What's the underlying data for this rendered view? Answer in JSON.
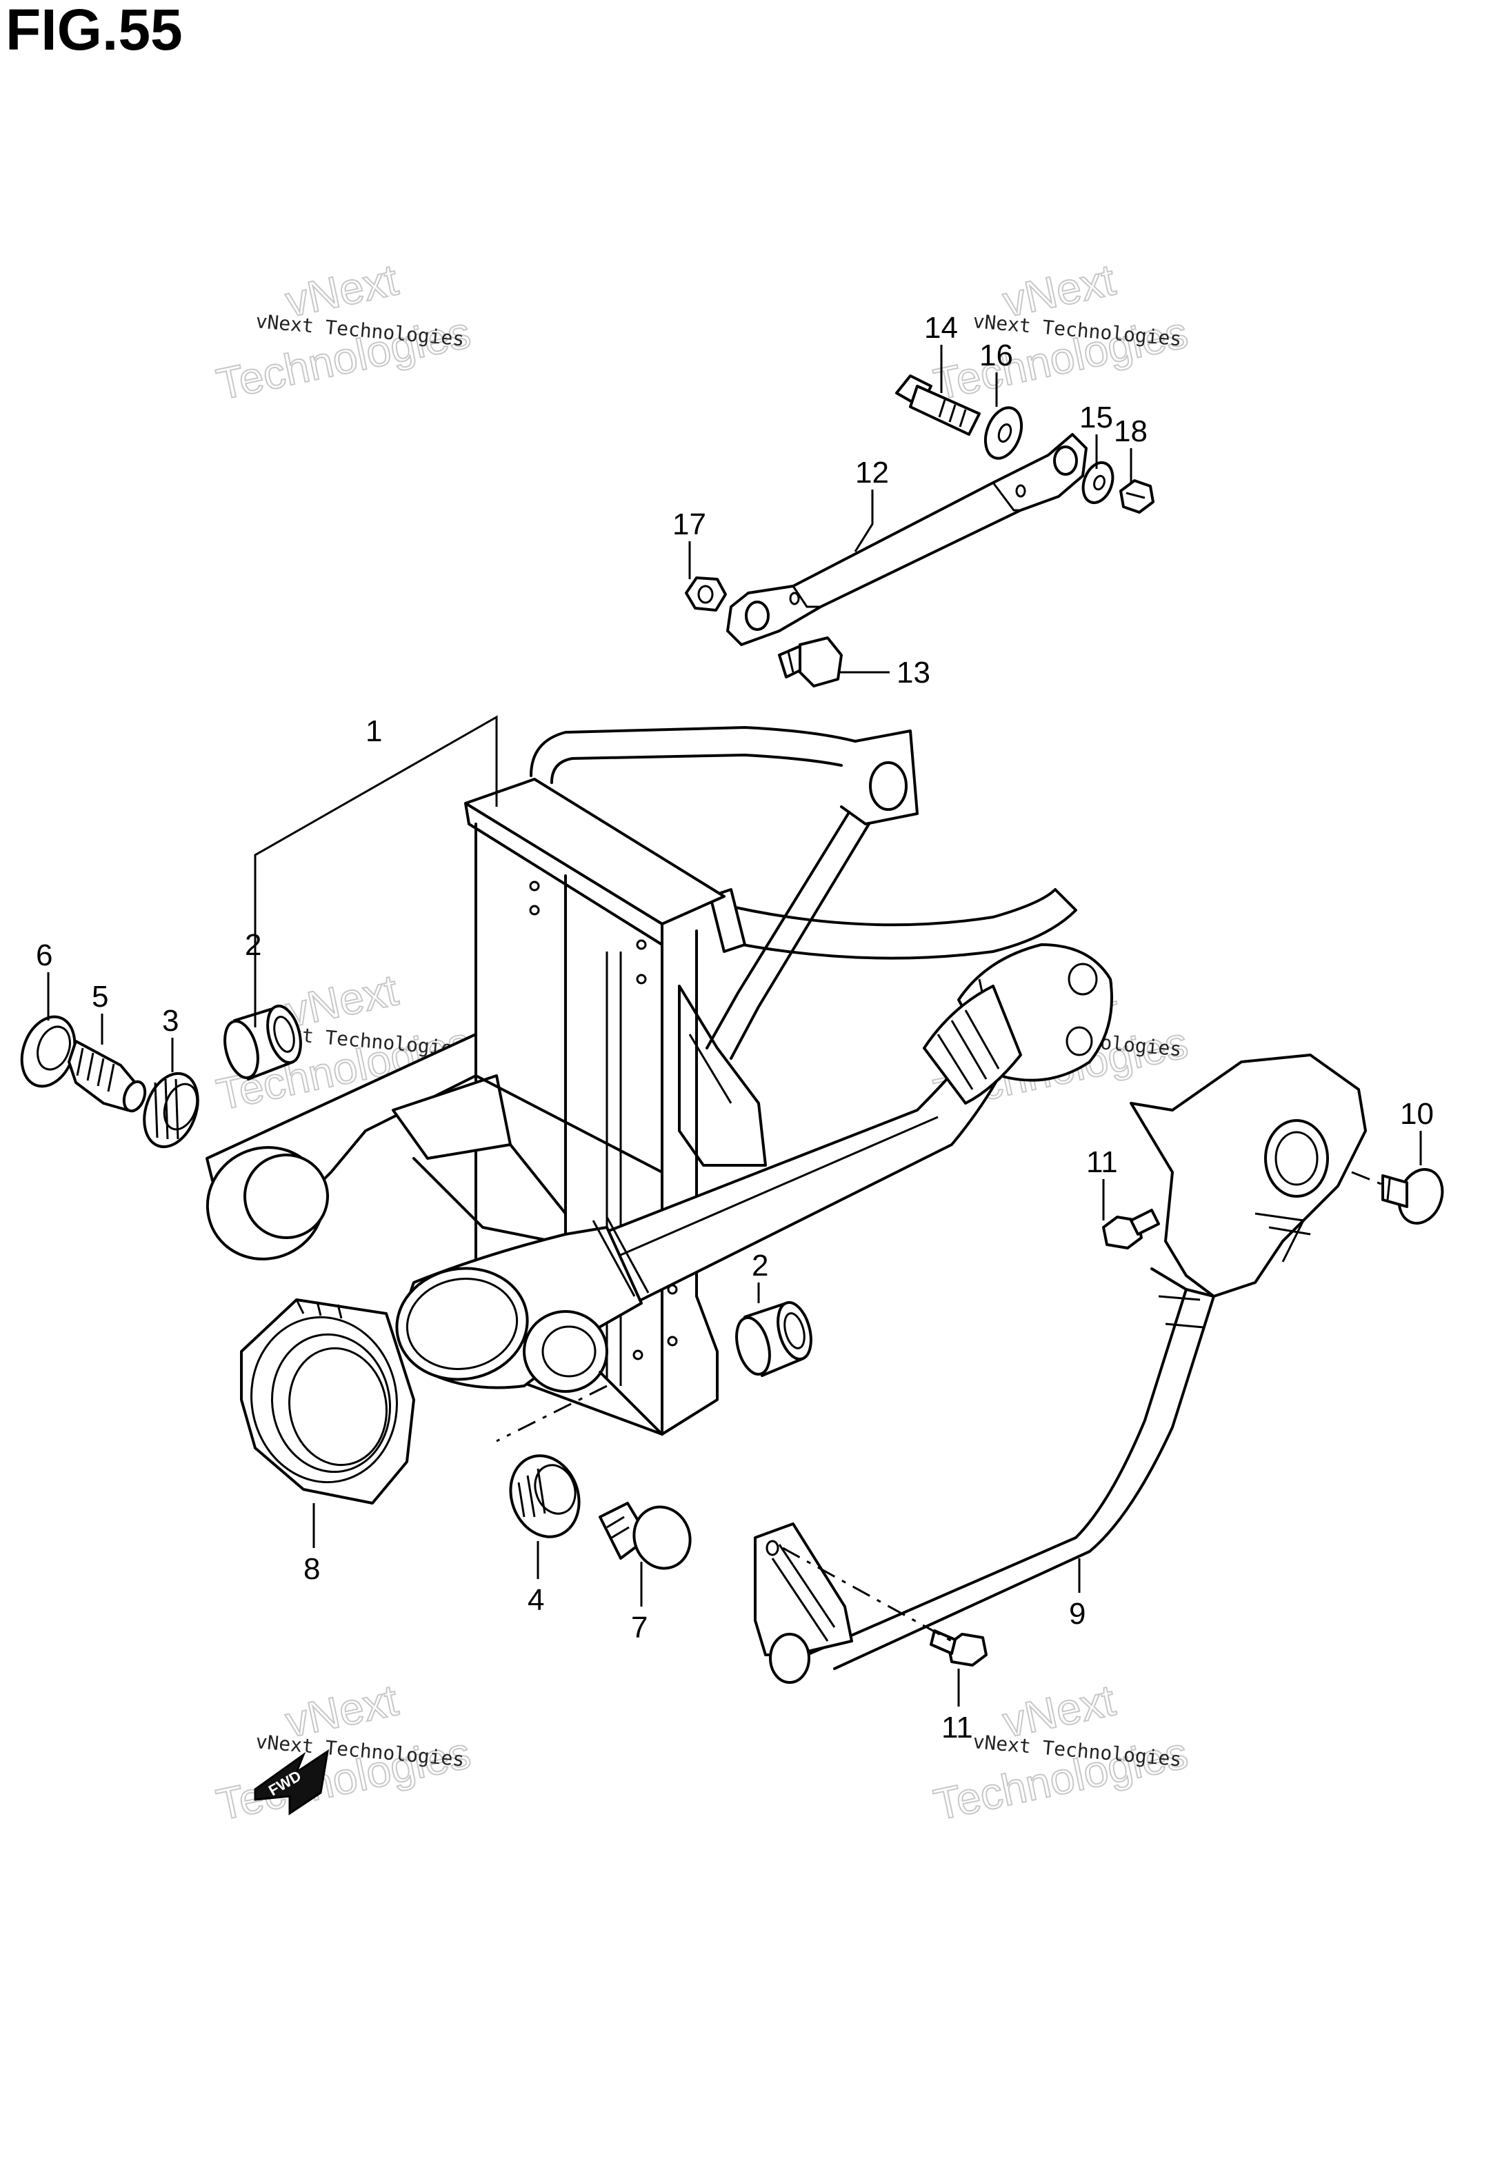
{
  "figure": {
    "title": "FIG.55"
  },
  "watermark": {
    "line1": "vNext",
    "line2": "Technologies",
    "small": "vNext Technologies"
  },
  "badge": {
    "label": "FWD"
  },
  "callouts": [
    {
      "id": "c1",
      "label": "1"
    },
    {
      "id": "c2a",
      "label": "2"
    },
    {
      "id": "c2b",
      "label": "2"
    },
    {
      "id": "c3",
      "label": "3"
    },
    {
      "id": "c4",
      "label": "4"
    },
    {
      "id": "c5",
      "label": "5"
    },
    {
      "id": "c6",
      "label": "6"
    },
    {
      "id": "c7",
      "label": "7"
    },
    {
      "id": "c8",
      "label": "8"
    },
    {
      "id": "c9",
      "label": "9"
    },
    {
      "id": "c10",
      "label": "10"
    },
    {
      "id": "c11a",
      "label": "11"
    },
    {
      "id": "c11b",
      "label": "11"
    },
    {
      "id": "c12",
      "label": "12"
    },
    {
      "id": "c13",
      "label": "13"
    },
    {
      "id": "c14",
      "label": "14"
    },
    {
      "id": "c15",
      "label": "15"
    },
    {
      "id": "c16",
      "label": "16"
    },
    {
      "id": "c17",
      "label": "17"
    },
    {
      "id": "c18",
      "label": "18"
    }
  ]
}
